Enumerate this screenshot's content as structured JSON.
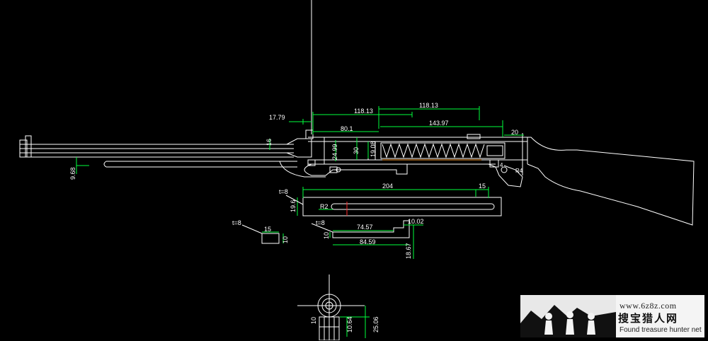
{
  "drawing": {
    "dimensions": {
      "d_17_79": "17.79",
      "d_118_13_a": "118.13",
      "d_118_13_b": "118.13",
      "d_80_1": "80.1",
      "d_143_97": "143.97",
      "d_20": "20",
      "d_16": "16",
      "d_24_99": "24.99",
      "d_30": "30",
      "d_19_08": "19.08",
      "d_9_68": "9.68",
      "d_4": "4",
      "d_r4": "R4",
      "d_t8_a": "t=8",
      "d_204": "204",
      "d_15_a": "15",
      "d_19_6": "19.6",
      "d_r2": "R2",
      "d_t8_b": "t=8",
      "d_15_b": "15",
      "d_10_a": "10",
      "d_t8_c": "t=8",
      "d_74_57": "74.57",
      "d_10_02": "10.02",
      "d_10_b": "10",
      "d_84_59": "84.59",
      "d_18_67": "18.67",
      "d_10_c": "10",
      "d_10_64": "10.64",
      "d_25_06": "25.06"
    },
    "colors": {
      "lines": "#ffffff",
      "dimensions": "#00ff3c",
      "center": "#ff2a2a",
      "background": "#000000"
    }
  },
  "watermark": {
    "url": "www.6z8z.com",
    "chinese": "搜宝猎人网",
    "english": "Found treasure hunter net"
  }
}
